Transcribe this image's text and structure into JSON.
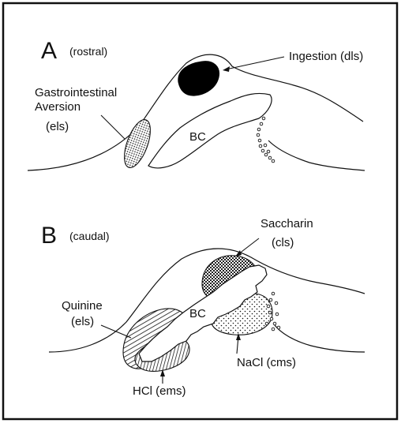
{
  "panel_a": {
    "letter": "A",
    "subtitle": "(rostral)",
    "ingestion_label": "Ingestion (dls)",
    "gi_label_line1": "Gastrointestinal",
    "gi_label_line2": "Aversion",
    "gi_label_line3": "(els)",
    "bc_label": "BC"
  },
  "panel_b": {
    "letter": "B",
    "subtitle": "(caudal)",
    "saccharin_label_line1": "Saccharin",
    "saccharin_label_line2": "(cls)",
    "quinine_label_line1": "Quinine",
    "quinine_label_line2": "(els)",
    "bc_label": "BC",
    "nacl_label": "NaCl (cms)",
    "hcl_label": "HCl  (ems)"
  }
}
